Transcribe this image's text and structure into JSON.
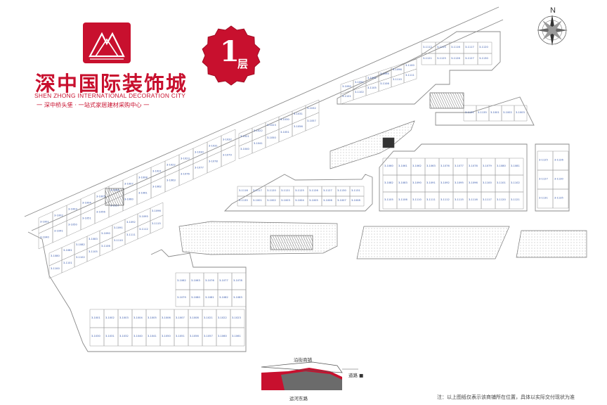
{
  "brand": {
    "name_cn": "深中国际装饰城",
    "name_en": "SHEN ZHONG INTERNATIONAL DECORATION CITY",
    "slogan": "一 深中桥头堡 · 一站式家居建材采购中心 一"
  },
  "floor": {
    "number": "1",
    "unit": "层"
  },
  "compass": {
    "north_label": "N"
  },
  "legend": {
    "label_top": "沿街商铺",
    "label_right": "道路 ■",
    "label_bottom": "运河东路"
  },
  "footnote": "注：以上图纸仅表示该商铺所在位置，具体以实际交付现状为准",
  "colors": {
    "brand_red": "#c8102e",
    "plan_line": "#8a8a8a",
    "unit_label": "#3355aa",
    "hatch": "#9a9a9a",
    "legend_gray": "#6b6b6b"
  },
  "units_sample": [
    "3-1001",
    "3-1002",
    "3-1003",
    "3-1004",
    "3-1005",
    "3-1006",
    "3-1007",
    "3-1008",
    "3-1021",
    "3-1022",
    "3-1023",
    "3-1030",
    "3-1031",
    "3-1032",
    "3-1040",
    "3-1041",
    "3-1050",
    "3-1051",
    "3-1056",
    "3-1057",
    "3-1060",
    "3-1061",
    "3-1062",
    "3-1063",
    "3-1076",
    "3-1077",
    "3-1078",
    "3-1079",
    "3-1080",
    "3-1081",
    "3-1082",
    "3-1083",
    "3-1090",
    "3-1091",
    "3-1092",
    "3-1095",
    "3-1096",
    "3-1100",
    "3-1101",
    "3-1102",
    "3-1105",
    "3-1106",
    "3-1110",
    "3-1111",
    "3-1112",
    "3-1115",
    "3-1116",
    "3-1117",
    "3-1120",
    "3-1121",
    "3-1125",
    "3-1126",
    "3-1127",
    "3-1130",
    "3-1131",
    "3-1135"
  ]
}
